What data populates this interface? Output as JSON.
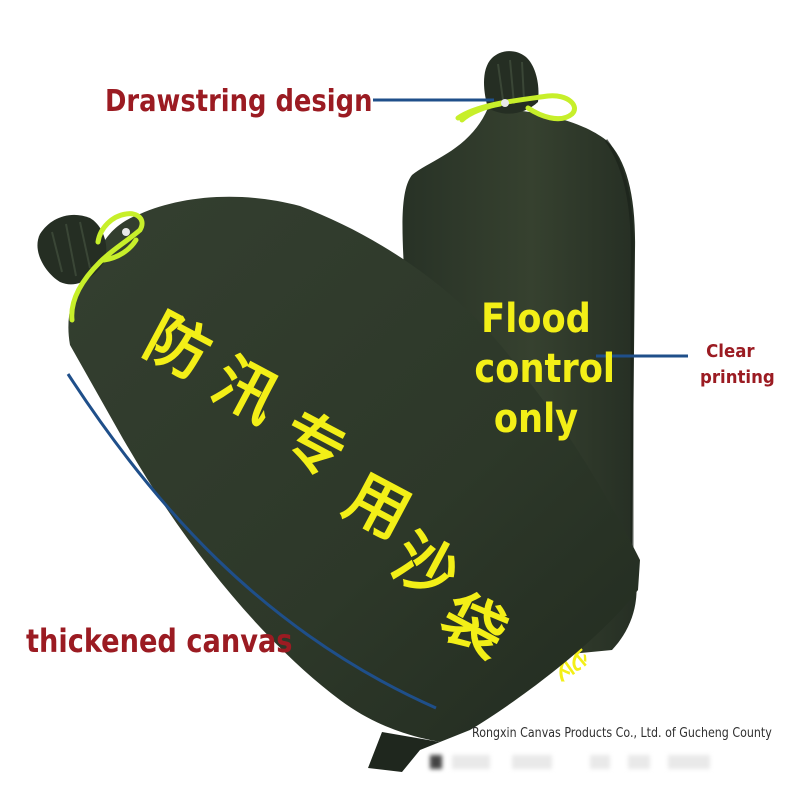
{
  "image": {
    "subject": "two dark olive canvas drawstring sandbags with yellow-green cords",
    "colors": {
      "background": "#ffffff",
      "bag": "#2f3a2d",
      "bag_shade": "#1f271e",
      "cord": "#c7ef2a",
      "print": "#f3ef17",
      "callout_text": "#9b1b22",
      "callout_line": "#1f4f8a"
    }
  },
  "labels": {
    "drawstring": "Drawstring design",
    "thickened": "thickened canvas",
    "clear_printing": [
      "Clear",
      "printing"
    ],
    "flood_control": [
      "Flood",
      "control",
      "only"
    ],
    "company": "Rongxin Canvas Products Co., Ltd. of Gucheng County"
  },
  "bag_print": {
    "characters": [
      "防",
      "汛",
      "专",
      "用",
      "沙",
      "袋"
    ],
    "back_bag_partial": "袋"
  }
}
